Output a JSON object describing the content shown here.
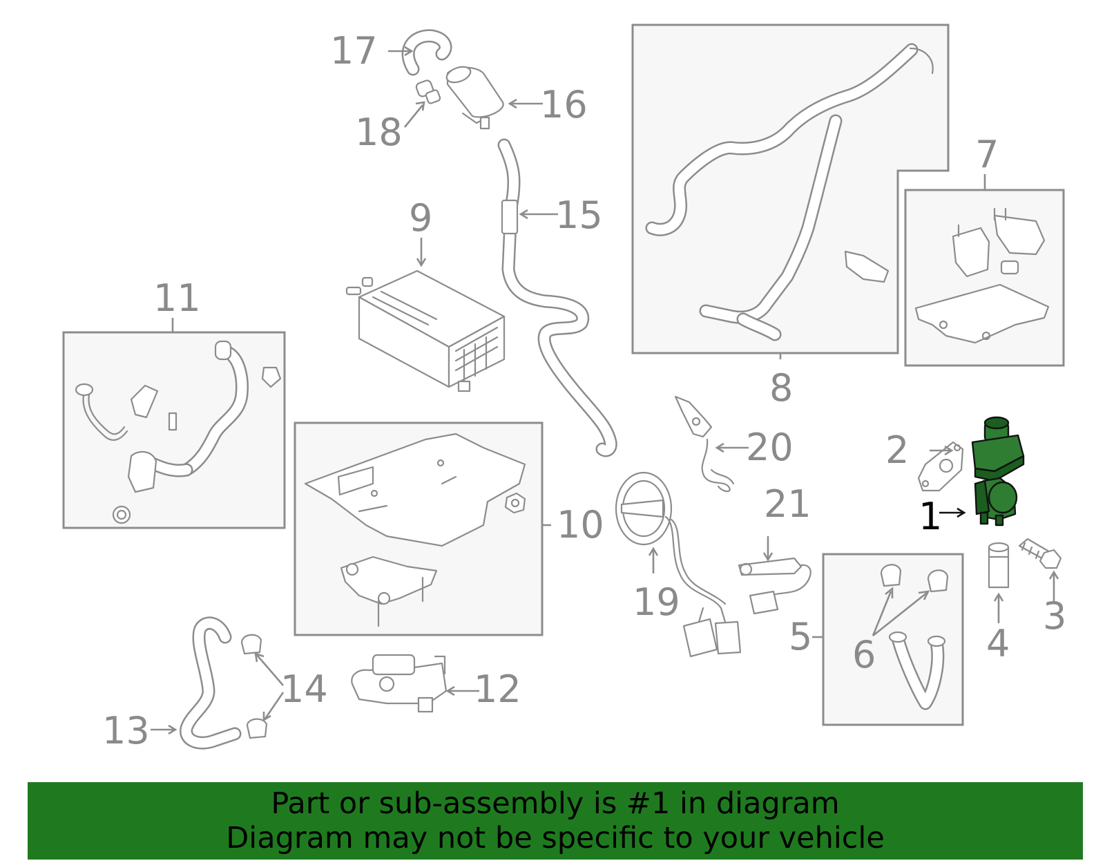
{
  "callouts": {
    "c1": "1",
    "c2": "2",
    "c3": "3",
    "c4": "4",
    "c5": "5",
    "c6": "6",
    "c7": "7",
    "c8": "8",
    "c9": "9",
    "c10": "10",
    "c11": "11",
    "c12": "12",
    "c13": "13",
    "c14": "14",
    "c15": "15",
    "c16": "16",
    "c17": "17",
    "c18": "18",
    "c19": "19",
    "c20": "20",
    "c21": "21"
  },
  "highlighted_part": "1",
  "colors": {
    "highlight": "#2e7d32",
    "banner": "#1f7a1f",
    "line": "#8c8c8c"
  },
  "banner": {
    "line1": "Part or sub-assembly is #1 in diagram",
    "line2": "Diagram may not be specific to your vehicle"
  }
}
